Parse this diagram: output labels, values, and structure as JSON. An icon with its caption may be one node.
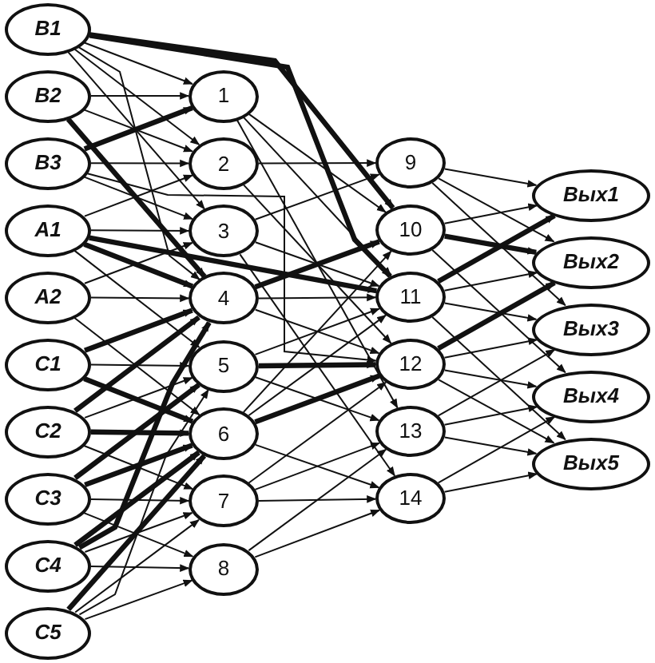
{
  "diagram": {
    "nodes": [
      {
        "text": [
          "B1"
        ]
      },
      {
        "text": [
          "B2"
        ]
      },
      {
        "text": [
          "B3"
        ]
      },
      {
        "text": [
          "A1"
        ]
      },
      {
        "text": [
          "A2"
        ]
      },
      {
        "text": [
          "C1"
        ]
      },
      {
        "text": [
          "C2"
        ]
      },
      {
        "text": [
          "C3"
        ]
      },
      {
        "text": [
          "C4"
        ]
      },
      {
        "text": [
          "C5"
        ]
      },
      {
        "text": [
          "1"
        ]
      },
      {
        "text": [
          "2"
        ]
      },
      {
        "text": [
          "3"
        ]
      },
      {
        "text": [
          "4"
        ]
      },
      {
        "text": [
          "5"
        ]
      },
      {
        "text": [
          "6"
        ]
      },
      {
        "text": [
          "7"
        ]
      },
      {
        "text": [
          "8"
        ]
      },
      {
        "text": [
          "9"
        ]
      },
      {
        "text": [
          "10"
        ]
      },
      {
        "text": [
          "11"
        ]
      },
      {
        "text": [
          "12"
        ]
      },
      {
        "text": [
          "13"
        ]
      },
      {
        "text": [
          "14"
        ]
      },
      {
        "text": [
          "Вых1"
        ]
      },
      {
        "text": [
          "Вых2"
        ]
      },
      {
        "text": [
          "Вых3"
        ]
      },
      {
        "text": [
          "Вых4"
        ]
      },
      {
        "text": [
          "Вых5"
        ]
      }
    ],
    "edges": [
      {
        "from": 0,
        "to": 10,
        "arrow": "to"
      },
      {
        "from": 0,
        "to": 11,
        "arrow": "to"
      },
      {
        "from": 0,
        "to": 12,
        "arrow": "to"
      },
      {
        "from": 0,
        "to": 13,
        "arrow": "to"
      },
      {
        "from": 0,
        "to": 19,
        "arrow": "to",
        "style": "thick"
      },
      {
        "from": 0,
        "to": 20,
        "arrow": "to",
        "style": "thick"
      },
      {
        "from": 1,
        "to": 10,
        "arrow": "to"
      },
      {
        "from": 1,
        "to": 11,
        "arrow": "to"
      },
      {
        "from": 1,
        "to": 13,
        "arrow": "to",
        "style": "thick"
      },
      {
        "from": 2,
        "to": 10,
        "arrow": "to",
        "style": "thick"
      },
      {
        "from": 2,
        "to": 11,
        "arrow": "to"
      },
      {
        "from": 2,
        "to": 12,
        "arrow": "to"
      },
      {
        "from": 2,
        "to": 21,
        "arrow": "to"
      },
      {
        "from": 3,
        "to": 11,
        "arrow": "to"
      },
      {
        "from": 3,
        "to": 12,
        "arrow": "to"
      },
      {
        "from": 3,
        "to": 13,
        "arrow": "to",
        "style": "thick"
      },
      {
        "from": 3,
        "to": 14,
        "arrow": "to"
      },
      {
        "from": 3,
        "to": 20,
        "arrow": "to",
        "style": "thick"
      },
      {
        "from": 4,
        "to": 12,
        "arrow": "to"
      },
      {
        "from": 4,
        "to": 13,
        "arrow": "to"
      },
      {
        "from": 4,
        "to": 15,
        "arrow": "to"
      },
      {
        "from": 5,
        "to": 13,
        "arrow": "to",
        "style": "thick"
      },
      {
        "from": 5,
        "to": 14,
        "arrow": "to"
      },
      {
        "from": 5,
        "to": 15,
        "arrow": "to",
        "style": "thick"
      },
      {
        "from": 6,
        "to": 13,
        "arrow": "to",
        "style": "thick"
      },
      {
        "from": 6,
        "to": 14,
        "arrow": "to"
      },
      {
        "from": 6,
        "to": 15,
        "arrow": "to",
        "style": "thick"
      },
      {
        "from": 6,
        "to": 16,
        "arrow": "to"
      },
      {
        "from": 7,
        "to": 14,
        "arrow": "to",
        "style": "thick"
      },
      {
        "from": 7,
        "to": 15,
        "arrow": "to",
        "style": "thick"
      },
      {
        "from": 7,
        "to": 16,
        "arrow": "to"
      },
      {
        "from": 7,
        "to": 17,
        "arrow": "to"
      },
      {
        "from": 8,
        "to": 13,
        "arrow": "to",
        "style": "thick"
      },
      {
        "from": 8,
        "to": 15,
        "arrow": "to",
        "style": "thick"
      },
      {
        "from": 8,
        "to": 16,
        "arrow": "to"
      },
      {
        "from": 8,
        "to": 17,
        "arrow": "to"
      },
      {
        "from": 9,
        "to": 14,
        "arrow": "to"
      },
      {
        "from": 9,
        "to": 15,
        "arrow": "to",
        "style": "thick"
      },
      {
        "from": 9,
        "to": 16,
        "arrow": "to"
      },
      {
        "from": 9,
        "to": 17,
        "arrow": "to"
      },
      {
        "from": 10,
        "to": 19,
        "arrow": "to"
      },
      {
        "from": 10,
        "to": 20,
        "arrow": "to"
      },
      {
        "from": 10,
        "to": 22,
        "arrow": "to"
      },
      {
        "from": 11,
        "to": 18,
        "arrow": "to"
      },
      {
        "from": 11,
        "to": 21,
        "arrow": "to"
      },
      {
        "from": 12,
        "to": 18,
        "arrow": "to"
      },
      {
        "from": 12,
        "to": 20,
        "arrow": "to"
      },
      {
        "from": 12,
        "to": 23,
        "arrow": "to"
      },
      {
        "from": 13,
        "to": 19,
        "arrow": "to",
        "style": "thick"
      },
      {
        "from": 13,
        "to": 20,
        "arrow": "to"
      },
      {
        "from": 13,
        "to": 21,
        "arrow": "to"
      },
      {
        "from": 14,
        "to": 21,
        "arrow": "to",
        "style": "thick"
      },
      {
        "from": 14,
        "to": 20,
        "arrow": "to"
      },
      {
        "from": 14,
        "to": 22,
        "arrow": "to"
      },
      {
        "from": 15,
        "to": 19,
        "arrow": "to"
      },
      {
        "from": 15,
        "to": 20,
        "arrow": "to"
      },
      {
        "from": 15,
        "to": 21,
        "arrow": "to",
        "style": "thick"
      },
      {
        "from": 15,
        "to": 23,
        "arrow": "to"
      },
      {
        "from": 16,
        "to": 21,
        "arrow": "to"
      },
      {
        "from": 16,
        "to": 22,
        "arrow": "to"
      },
      {
        "from": 16,
        "to": 23,
        "arrow": "to"
      },
      {
        "from": 17,
        "to": 22,
        "arrow": "to"
      },
      {
        "from": 17,
        "to": 23,
        "arrow": "to"
      },
      {
        "from": 18,
        "to": 24,
        "arrow": "to"
      },
      {
        "from": 18,
        "to": 25,
        "arrow": "to"
      },
      {
        "from": 18,
        "to": 26,
        "arrow": "to"
      },
      {
        "from": 19,
        "to": 24,
        "arrow": "to"
      },
      {
        "from": 19,
        "to": 25,
        "arrow": "to",
        "style": "thick"
      },
      {
        "from": 19,
        "to": 27,
        "arrow": "to"
      },
      {
        "from": 20,
        "to": 24,
        "arrow": "to",
        "style": "thick"
      },
      {
        "from": 20,
        "to": 25,
        "arrow": "to"
      },
      {
        "from": 20,
        "to": 26,
        "arrow": "to"
      },
      {
        "from": 20,
        "to": 28,
        "arrow": "to"
      },
      {
        "from": 21,
        "to": 25,
        "arrow": "to",
        "style": "thick"
      },
      {
        "from": 21,
        "to": 26,
        "arrow": "to"
      },
      {
        "from": 21,
        "to": 27,
        "arrow": "to"
      },
      {
        "from": 21,
        "to": 28,
        "arrow": "to"
      },
      {
        "from": 22,
        "to": 26,
        "arrow": "to"
      },
      {
        "from": 22,
        "to": 27,
        "arrow": "to"
      },
      {
        "from": 22,
        "to": 28,
        "arrow": "to"
      },
      {
        "from": 23,
        "to": 27,
        "arrow": "to"
      },
      {
        "from": 23,
        "to": 28,
        "arrow": "to"
      }
    ]
  }
}
